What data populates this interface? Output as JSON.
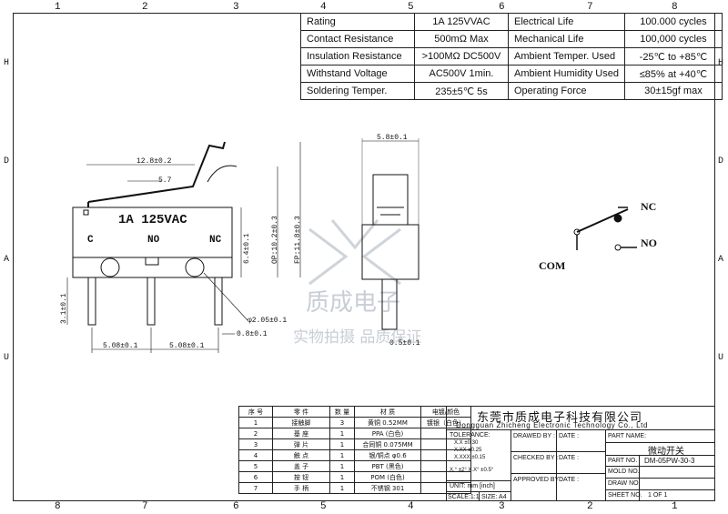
{
  "grid": {
    "top_columns": [
      "1",
      "2",
      "3",
      "4",
      "5",
      "6",
      "7",
      "8"
    ],
    "bottom_columns": [
      "8",
      "7",
      "6",
      "5",
      "4",
      "3",
      "2",
      "1"
    ],
    "left_rows": [
      "H",
      "D",
      "A",
      "U"
    ],
    "right_rows": [
      "H",
      "D",
      "A",
      "U"
    ]
  },
  "spec_table": [
    [
      "Rating",
      "1A  125VVAC",
      "Electrical Life",
      "100.000 cycles"
    ],
    [
      "Contact Resistance",
      "500mΩ  Max",
      "Mechanical Life",
      "100,000 cycles"
    ],
    [
      "Insulation Resistance",
      ">100MΩ DC500V",
      "Ambient Temper. Used",
      "-25℃ to +85℃"
    ],
    [
      "Withstand Voltage",
      "AC500V  1min.",
      "Ambient Humidity Used",
      "≤85% at +40℃"
    ],
    [
      "Soldering Temper.",
      "235±5℃ 5s",
      "Operating Force",
      "30±15gf max"
    ]
  ],
  "drawing": {
    "body_rating": "1A 125VAC",
    "term_c": "C",
    "term_no": "NO",
    "term_nc": "NC",
    "dim_lever_length": "12.8±0.2",
    "dim_lever_small": "5.7",
    "dim_height": "6.4±0.1",
    "dim_op": "OP:10.2±0.3",
    "dim_fp": "FP:11.8±0.3",
    "dim_pin_len": "3.1±0.1",
    "dim_pitch_1": "5.08±0.1",
    "dim_pitch_2": "5.08±0.1",
    "dim_pin_w": "0.8±0.1",
    "dim_hole": "φ2.05±0.1",
    "dim_side_width": "5.8±0.1",
    "dim_side_pin": "0.5±0.1",
    "schem_nc": "NC",
    "schem_no": "NO",
    "schem_com": "COM"
  },
  "watermark": {
    "cn": "质成电子",
    "slogan": "实物拍摄 品质保证"
  },
  "bom": {
    "headers": [
      "序 号",
      "零 件",
      "数 量",
      "材 质",
      "电镀/颜色"
    ],
    "rows": [
      [
        "1",
        "接触脚",
        "3",
        "黄铜 0.52MM",
        "镀银（白色）"
      ],
      [
        "2",
        "基 座",
        "1",
        "PPA (白色)",
        ""
      ],
      [
        "3",
        "弹 片",
        "1",
        "合同铜 0.075MM",
        ""
      ],
      [
        "4",
        "触 点",
        "1",
        "银/铜点 φ0.6",
        ""
      ],
      [
        "5",
        "盖 子",
        "1",
        "PBT (黑色)",
        ""
      ],
      [
        "6",
        "按 钮",
        "1",
        "POM (白色)",
        ""
      ],
      [
        "7",
        "手 柄",
        "1",
        "不锈钢 301",
        ""
      ]
    ]
  },
  "title_block": {
    "company_cn": "东莞市质成电子科技有限公司",
    "company_en": "Dongguan Zhicheng Electronic Technology Co., Ltd",
    "tolerance_label": "TOLERANCE:",
    "tol_lines": [
      "X.X    ±0.30",
      "X.XX   ±0.25",
      "X.XXX ±0.15"
    ],
    "angle_tol": "X.°  ±2°      X.X° ±0.5°",
    "unit": "UNIT:  mm  [inch]",
    "scale": "SCALE:1:1",
    "size": "SIZE: A4",
    "drawed_by": "DRAWED BY :",
    "checked_by": "CHECKED BY :",
    "approved_by": "APPROVED BY :",
    "date": "DATE :",
    "part_name_label": "PART NAME:",
    "part_name": "微动开关",
    "part_no_label": "PART NO.",
    "part_no": "DM-05PW-30-3",
    "mold_no_label": "MOLD NO.",
    "draw_no_label": "DRAW NO.",
    "sheet_no_label": "SHEET NO.",
    "sheet_no": "1 OF 1"
  }
}
